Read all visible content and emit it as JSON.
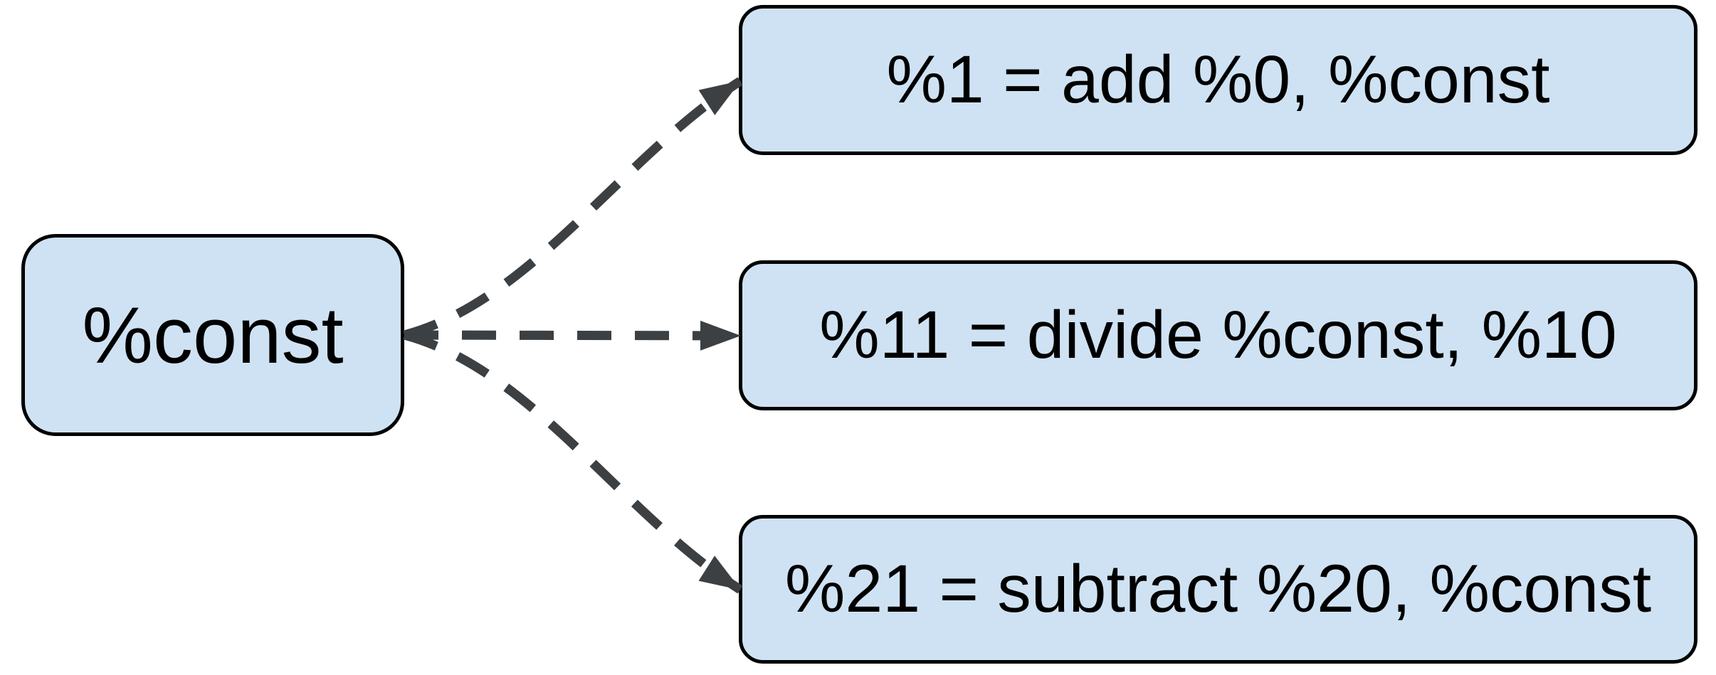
{
  "diagram": {
    "type": "dataflow-dependency-graph",
    "background_color": "#ffffff",
    "colors": {
      "node_fill": "#cfe2f3",
      "node_border": "#000000",
      "node_text": "#000000",
      "connector": "#3c4043"
    },
    "nodes": {
      "const": {
        "id": "const",
        "label": "%const"
      },
      "add": {
        "id": "add",
        "label": "%1 = add %0, %const"
      },
      "divide": {
        "id": "divide",
        "label": "%11 = divide %const, %10"
      },
      "subtract": {
        "id": "subtract",
        "label": "%21 = subtract %20, %const"
      }
    },
    "edges": [
      {
        "from": "const",
        "to": "add",
        "style": "dashed",
        "arrowhead": "solid-triangle"
      },
      {
        "from": "const",
        "to": "divide",
        "style": "dashed",
        "arrowhead": "solid-triangle"
      },
      {
        "from": "const",
        "to": "subtract",
        "style": "dashed",
        "arrowhead": "solid-triangle"
      }
    ]
  }
}
